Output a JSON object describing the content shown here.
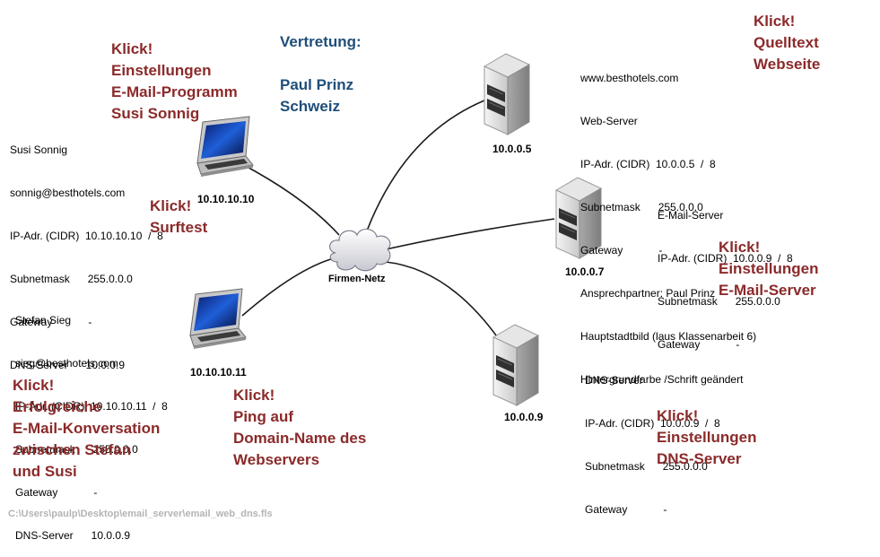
{
  "representative": {
    "heading": "Vertretung:",
    "name": "Paul Prinz",
    "country": "Schweiz"
  },
  "network": {
    "cloud_label": "Firmen-Netz"
  },
  "devices": {
    "laptop_susi": {
      "ip_label": "10.10.10.10",
      "info": [
        "Susi Sonnig",
        "sonnig@besthotels.com",
        "IP-Adr. (CIDR)  10.10.10.10  /  8",
        "Subnetmask      255.0.0.0",
        "Gateway            -",
        "DNS-Server      10.0.0.9"
      ]
    },
    "laptop_stefan": {
      "ip_label": "10.10.10.11",
      "info": [
        "Stefan Sieg",
        "sieg@besthotels.com",
        "IP-Adr. (CIDR)  10.10.10.11  /  8",
        "Subnetmask      255.0.0.0",
        "Gateway            -",
        "DNS-Server      10.0.0.9"
      ]
    },
    "web_server": {
      "ip_label": "10.0.0.5",
      "info": [
        "www.besthotels.com",
        "Web-Server",
        "IP-Adr. (CIDR)  10.0.0.5  /  8",
        "Subnetmask      255.0.0.0",
        "Gateway            -",
        "Ansprechpartner: Paul Prinz",
        "Hauptstadtbild (laus Klassenarbeit 6)",
        "Hintergrundfarbe /Schrift geändert"
      ]
    },
    "mail_server": {
      "ip_label": "10.0.0.7",
      "info": [
        "E-Mail-Server",
        "IP-Adr. (CIDR)  10.0.0.9  /  8",
        "Subnetmask      255.0.0.0",
        "Gateway            -"
      ]
    },
    "dns_server": {
      "ip_label": "10.0.0.9",
      "info": [
        "DNS-Server",
        "IP-Adr. (CIDR)  10.0.0.9  /  8",
        "Subnetmask      255.0.0.0",
        "Gateway            -"
      ]
    }
  },
  "links": {
    "mail_program": [
      "Klick!",
      "Einstellungen",
      "E-Mail-Programm",
      "Susi Sonnig"
    ],
    "surftest": [
      "Klick!",
      "Surftest"
    ],
    "conversation": [
      "Klick!",
      "Erfolgreiche",
      "E-Mail-Konversation",
      "zwischen Stefan",
      "und Susi"
    ],
    "ping": [
      "Klick!",
      "Ping auf",
      "Domain-Name des",
      "Webservers"
    ],
    "source": [
      "Klick!",
      "Quelltext",
      "Webseite"
    ],
    "mail_server_settings": [
      "Klick!",
      "Einstellungen",
      "E-Mail-Server"
    ],
    "dns_settings": [
      "Klick!",
      "Einstellungen",
      "DNS-Server"
    ]
  },
  "footer": {
    "file_path": "C:\\Users\\paulp\\Desktop\\email_server\\email_web_dns.fls"
  },
  "colors": {
    "link": "#8b2a2a",
    "heading": "#1f4e79",
    "path": "#b4b4b4"
  }
}
